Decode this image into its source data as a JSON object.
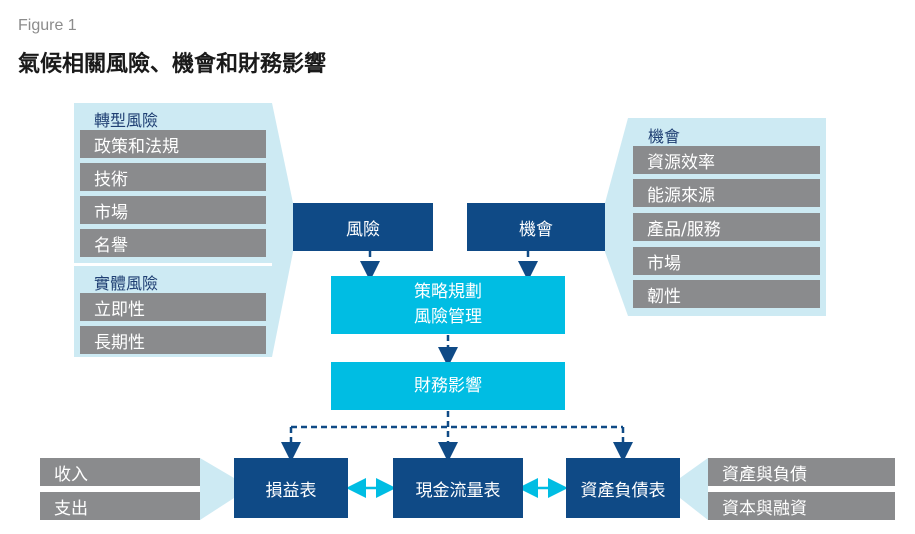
{
  "figure_label": "Figure 1",
  "title": "氣候相關風險、機會和財務影響",
  "transition_risk": {
    "header": "轉型風險",
    "items": [
      "政策和法規",
      "技術",
      "市場",
      "名譽"
    ]
  },
  "physical_risk": {
    "header": "實體風險",
    "items": [
      "立即性",
      "長期性"
    ]
  },
  "opportunities": {
    "header": "機會",
    "items": [
      "資源效率",
      "能源來源",
      "產品/服務",
      "市場",
      "韌性"
    ]
  },
  "nodes": {
    "risk": "風險",
    "opportunity": "機會",
    "strategy_line1": "策略規劃",
    "strategy_line2": "風險管理",
    "financial_impact": "財務影響",
    "income_statement": "損益表",
    "cash_flow": "現金流量表",
    "balance_sheet": "資產負債表"
  },
  "income_items": [
    "收入",
    "支出"
  ],
  "balance_items": [
    "資產與負債",
    "資本與融資"
  ],
  "colors": {
    "dark_blue": "#0f4a86",
    "cyan": "#00bde3",
    "light_panel": "#cdeaf3",
    "gray_box": "#8a8b8d"
  }
}
